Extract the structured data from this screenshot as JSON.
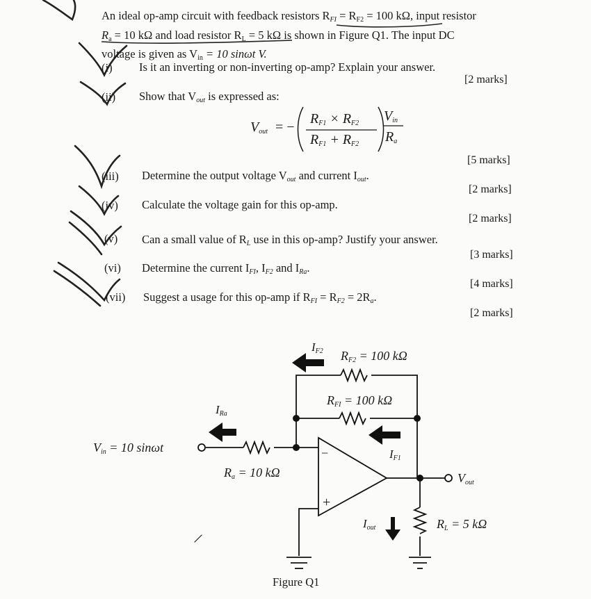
{
  "intro": {
    "line1": "An ideal op-amp circuit with feedback resistors R",
    "line1_sub1": "FI",
    "line1_mid": " = R",
    "line1_sub2": "F2",
    "line1_end": " = 100 kΩ, input resistor",
    "line2_a": "R",
    "line2_a_sub": "a",
    "line2_b": " = 10 kΩ and load resistor R",
    "line2_b_sub": "L",
    "line2_c": " = 5 kΩ is shown in Figure Q1. The input DC",
    "line3_a": "voltage is given as V",
    "line3_sub": "in",
    "line3_b": " = 10 sinωt V."
  },
  "questions": [
    {
      "label": "(i)",
      "text": "Is it an inverting or non-inverting op-amp? Explain your answer.",
      "marks": "[2 marks]"
    },
    {
      "label": "(ii)",
      "text": "Show that V",
      "text_sub": "out",
      "text_end": " is expressed as:",
      "marks": "[5 marks]"
    },
    {
      "label": "(iii)",
      "text": "Determine the output voltage V",
      "text_sub": "out",
      "text_mid": " and current I",
      "text_sub2": "out",
      "text_end": ".",
      "marks": "[2 marks]"
    },
    {
      "label": "(iv)",
      "text": "Calculate the voltage gain for this op-amp.",
      "marks": "[2 marks]"
    },
    {
      "label": "(v)",
      "text": "Can a small value of R",
      "text_sub": "L",
      "text_end": " use in this op-amp? Justify your answer.",
      "marks": "[3 marks]"
    },
    {
      "label": "(vi)",
      "text": "Determine the current I",
      "text_sub": "FI",
      "text_mid": ", I",
      "text_sub2": "F2",
      "text_mid2": " and I",
      "text_sub3": "Ra",
      "text_end": ".",
      "marks": "[4 marks]"
    },
    {
      "label": "(vii)",
      "text": "Suggest a usage for this op-amp if R",
      "text_sub": "FI",
      "text_mid": " = R",
      "text_sub2": "F2",
      "text_end": " = 2R",
      "text_sub3": "a",
      "text_end2": ".",
      "marks": "[2 marks]"
    }
  ],
  "equation": {
    "lhs": "V",
    "lhs_sub": "out",
    "equals": "= −",
    "num": "R",
    "num_sub1": "F1",
    "times": " × R",
    "num_sub2": "F2",
    "den": "R",
    "den_sub1": "F1",
    "plus": " + R",
    "den_sub2": "F2",
    "frac2_num": "V",
    "frac2_num_sub": "in",
    "frac2_den": "R",
    "frac2_den_sub": "a"
  },
  "figure": {
    "caption": "Figure Q1",
    "labels": {
      "if2": "I",
      "if2_sub": "F2",
      "rf2": "R",
      "rf2_sub": "F2",
      "rf2_val": " = 100 kΩ",
      "rf1": "R",
      "rf1_sub": "FI",
      "rf1_val": " = 100 kΩ",
      "ira": "I",
      "ira_sub": "Ra",
      "vin": "V",
      "vin_sub": "in",
      "vin_val": " = 10 sinωt",
      "ra": "R",
      "ra_sub": "a",
      "ra_val": " = 10 kΩ",
      "if1": "I",
      "if1_sub": "F1",
      "vout": "V",
      "vout_sub": "out",
      "iout": "I",
      "iout_sub": "out",
      "rl": "R",
      "rl_sub": "L",
      "rl_val": " = 5 kΩ",
      "minus": "−",
      "plus": "+"
    }
  }
}
